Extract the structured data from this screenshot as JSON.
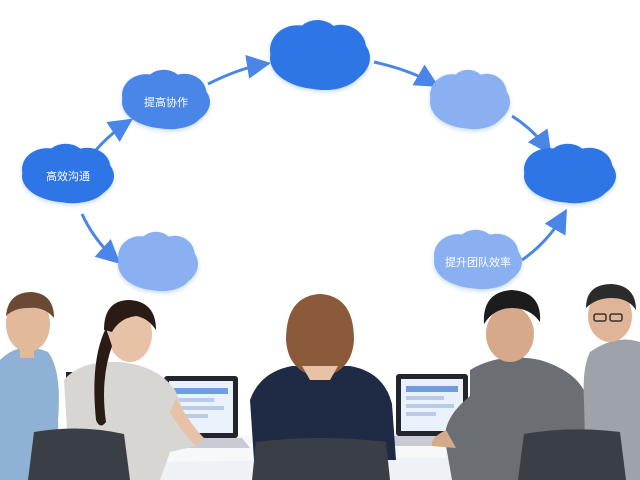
{
  "clouds": [
    {
      "key": "top",
      "label": "",
      "color": "#2f74e6"
    },
    {
      "key": "upper-left",
      "label": "提高协作",
      "color": "#4a86e8"
    },
    {
      "key": "left",
      "label": "高效沟通",
      "color": "#2f74e6"
    },
    {
      "key": "lower-left",
      "label": "",
      "color": "#8ab0f2"
    },
    {
      "key": "upper-right",
      "label": "",
      "color": "#8ab0f2"
    },
    {
      "key": "right",
      "label": "",
      "color": "#2f74e6"
    },
    {
      "key": "lower-right",
      "label": "提升团队效率",
      "color": "#8ab0f2"
    }
  ],
  "colors": {
    "arrow": "#4a86e8",
    "background": "#ffffff",
    "table": "#f1f3f6",
    "chair": "#3a3f46"
  },
  "scene": {
    "people": [
      "man-light-blue-shirt",
      "woman-ponytail",
      "woman-navy-blazer",
      "man-grey-jacket",
      "man-glasses-grey-shirt"
    ],
    "laptops": 2
  }
}
